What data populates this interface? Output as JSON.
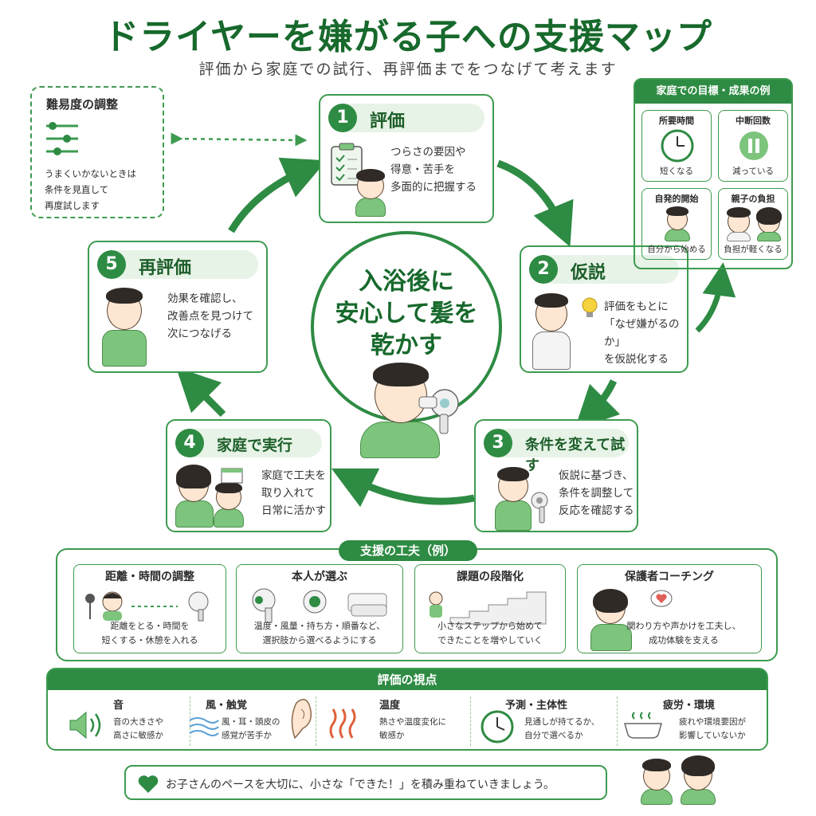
{
  "title": "ドライヤーを嫌がる子への支援マップ",
  "subtitle": "評価から家庭での試行、再評価までをつなげて考えます",
  "difficulty": {
    "title": "難易度の調整",
    "text": "うまくいかないときは\n条件を見直して\n再度試します"
  },
  "center": {
    "text": "入浴後に\n安心して髪を\n乾かす"
  },
  "steps": [
    {
      "num": "1",
      "title": "評価",
      "text": "つらさの要因や\n得意・苦手を\n多面的に把握する"
    },
    {
      "num": "2",
      "title": "仮説",
      "text": "評価をもとに\n「なぜ嫌がるのか」\nを仮説化する"
    },
    {
      "num": "3",
      "title": "条件を変えて試す",
      "text": "仮説に基づき、\n条件を調整して\n反応を確認する"
    },
    {
      "num": "4",
      "title": "家庭で実行",
      "text": "家庭で工夫を\n取り入れて\n日常に活かす"
    },
    {
      "num": "5",
      "title": "再評価",
      "text": "効果を確認し、\n改善点を見つけて\n次につなげる"
    }
  ],
  "goals": {
    "title": "家庭での目標・成果の例",
    "items": [
      {
        "title": "所要時間",
        "text": "短くなる"
      },
      {
        "title": "中断回数",
        "text": "減っている"
      },
      {
        "title": "自発的開始",
        "text": "自分から始める"
      },
      {
        "title": "親子の負担",
        "text": "負担が軽くなる"
      }
    ]
  },
  "support": {
    "title": "支援の工夫（例）",
    "items": [
      {
        "title": "距離・時間の調整",
        "text": "距離をとる・時間を\n短くする・休憩を入れる"
      },
      {
        "title": "本人が選ぶ",
        "text": "温度・風量・持ち方・順番など、\n選択肢から選べるようにする"
      },
      {
        "title": "課題の段階化",
        "text": "小さなステップから始めて\nできたことを増やしていく"
      },
      {
        "title": "保護者コーチング",
        "text": "関わり方や声かけを工夫し、\n成功体験を支える"
      }
    ]
  },
  "viewpoints": {
    "title": "評価の視点",
    "items": [
      {
        "title": "音",
        "text": "音の大きさや\n高さに敏感か"
      },
      {
        "title": "風・触覚",
        "text": "風・耳・頭皮の\n感覚が苦手か"
      },
      {
        "title": "温度",
        "text": "熱さや温度変化に\n敏感か"
      },
      {
        "title": "予測・主体性",
        "text": "見通しが持てるか、\n自分で選べるか"
      },
      {
        "title": "疲労・環境",
        "text": "疲れや環境要因が\n影響していないか"
      }
    ]
  },
  "footer": {
    "text": "お子さんのペースを大切に、小さな「できた！」を積み重ねていきましょう。"
  },
  "colors": {
    "primary": "#2e8b43",
    "dark": "#17692c",
    "light": "#e6f3e6"
  }
}
